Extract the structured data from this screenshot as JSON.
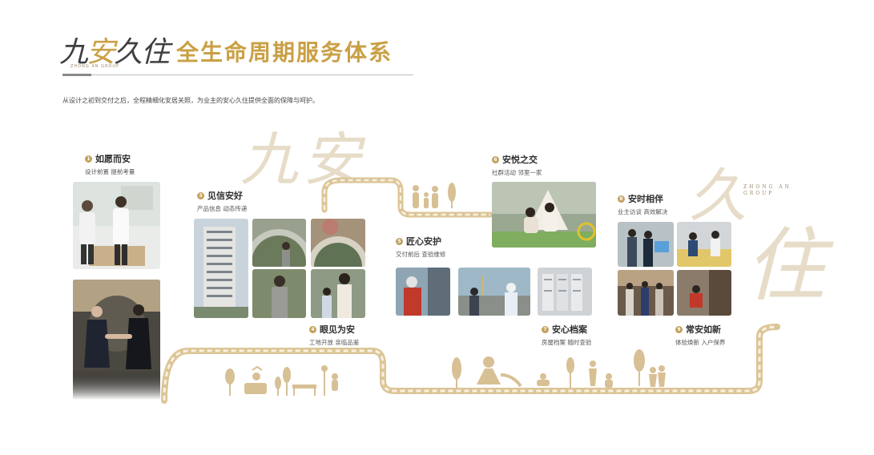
{
  "header": {
    "logo_part1": "九",
    "logo_part2": "安",
    "logo_part3": "久住",
    "logo_sub": "ZHONG AN GROUP",
    "title": "全生命周期服务体系",
    "intro": "从设计之初到交付之后，全程精细化安居关照，为业主的安心久住提供全面的保障与呵护。"
  },
  "decor": {
    "jiuan": "九安",
    "jiu": "久",
    "zhu": "住",
    "en_line1": "ZHONG AN",
    "en_line2": "GROUP"
  },
  "stages": [
    {
      "num": "1",
      "title": "如愿而安",
      "sub": "设计前置 提前考量"
    },
    {
      "num": "3",
      "title": "见信安好",
      "sub": "产品信息 动态传递"
    },
    {
      "num": "4",
      "title": "眼见为安",
      "sub": "工地开放 亲临品鉴"
    },
    {
      "num": "5",
      "title": "匠心安护",
      "sub": "交付前后 查验维修"
    },
    {
      "num": "6",
      "title": "安悦之交",
      "sub": "社群活动 邻里一家"
    },
    {
      "num": "7",
      "title": "安心档案",
      "sub": "房屋档案 随时查验"
    },
    {
      "num": "8",
      "title": "安时相伴",
      "sub": "业主访谈 高效解决"
    },
    {
      "num": "9",
      "title": "常安如新",
      "sub": "体验焕新 入户保养"
    }
  ],
  "colors": {
    "accent": "#caa045",
    "badge": "#c2a15e",
    "path_border": "#dcc596",
    "path_fill": "#f3ead6",
    "silhouette": "#d8c095"
  }
}
